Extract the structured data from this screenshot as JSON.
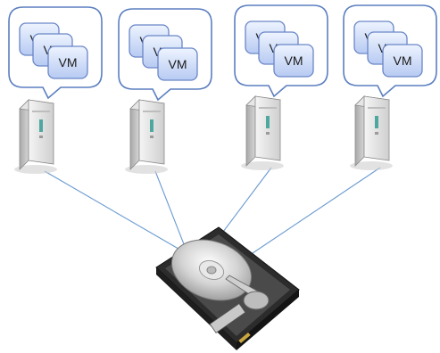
{
  "hosts": [
    {
      "id": "host-1",
      "vms": [
        "VM",
        "VM",
        "VM"
      ]
    },
    {
      "id": "host-2",
      "vms": [
        "VM",
        "VM",
        "VM"
      ]
    },
    {
      "id": "host-3",
      "vms": [
        "VM",
        "VM",
        "VM"
      ]
    },
    {
      "id": "host-4",
      "vms": [
        "VM",
        "VM",
        "VM"
      ]
    }
  ],
  "shared_storage": {
    "type": "hard-disk-icon"
  },
  "colors": {
    "bubble_stroke": "#5b7fc0",
    "vm_fill_light": "#e7efff",
    "vm_fill_dark": "#b7caf2",
    "vm_stroke": "#6a86c8",
    "link_line": "#6a9bd1",
    "server_light": "#f2f2f2",
    "server_dark": "#b9b9b9",
    "disk_body": "#3a3a3a",
    "platter": "#d9d9d9"
  }
}
